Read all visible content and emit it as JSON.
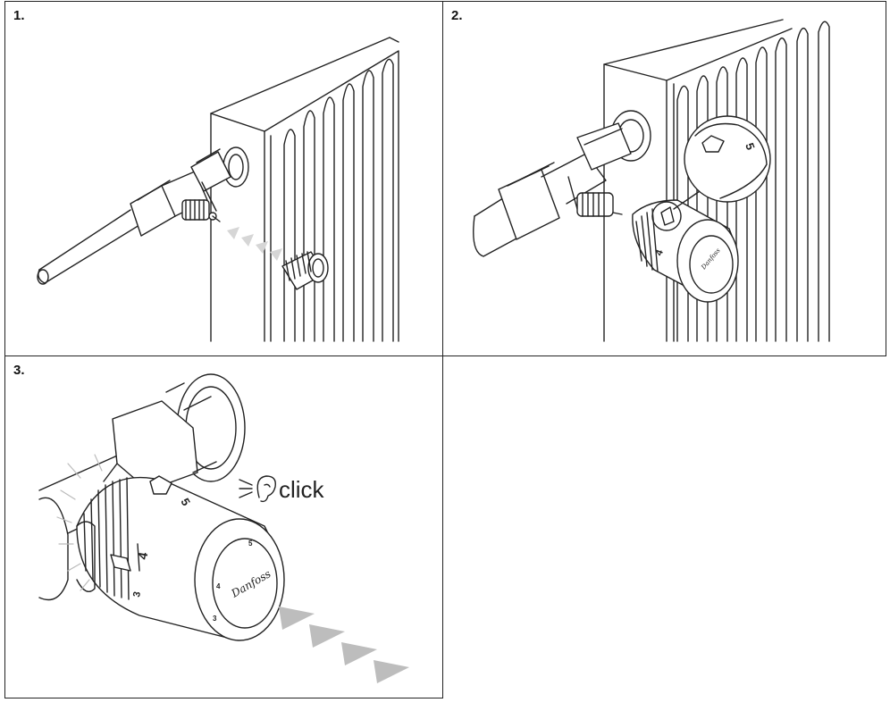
{
  "steps": [
    {
      "number": "1."
    },
    {
      "number": "2."
    },
    {
      "number": "3."
    }
  ],
  "step2": {
    "dial_numbers": [
      "5",
      "4"
    ]
  },
  "step3": {
    "sound_label": "click",
    "dial_numbers": [
      "5",
      "4",
      "3",
      "5",
      "4",
      "3"
    ],
    "brand_mark": "Danfoss"
  },
  "colors": {
    "line": "#222222",
    "arrow": "#d6d6d6",
    "arrow_dark": "#bdbdbd",
    "background": "#ffffff"
  }
}
